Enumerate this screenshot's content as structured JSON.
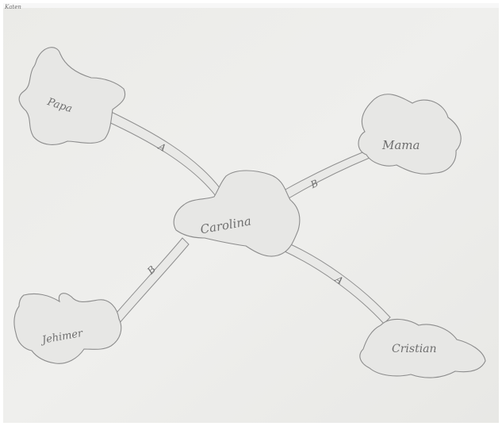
{
  "corner_note": "Katen",
  "center_node": {
    "label": "Carolina"
  },
  "nodes": [
    {
      "id": "papa",
      "label": "Papa"
    },
    {
      "id": "mama",
      "label": "Mama"
    },
    {
      "id": "jehimer",
      "label": "Jehimer"
    },
    {
      "id": "cristian",
      "label": "Cristian"
    }
  ],
  "edges": [
    {
      "from": "papa",
      "to": "center",
      "label": "A"
    },
    {
      "from": "mama",
      "to": "center",
      "label": "B"
    },
    {
      "from": "jehimer",
      "to": "center",
      "label": "B"
    },
    {
      "from": "cristian",
      "to": "center",
      "label": "A"
    }
  ],
  "colors": {
    "paper": "#ededeb",
    "pencil": "#8c8c8c",
    "cloud_fill": "#e7e7e5"
  }
}
